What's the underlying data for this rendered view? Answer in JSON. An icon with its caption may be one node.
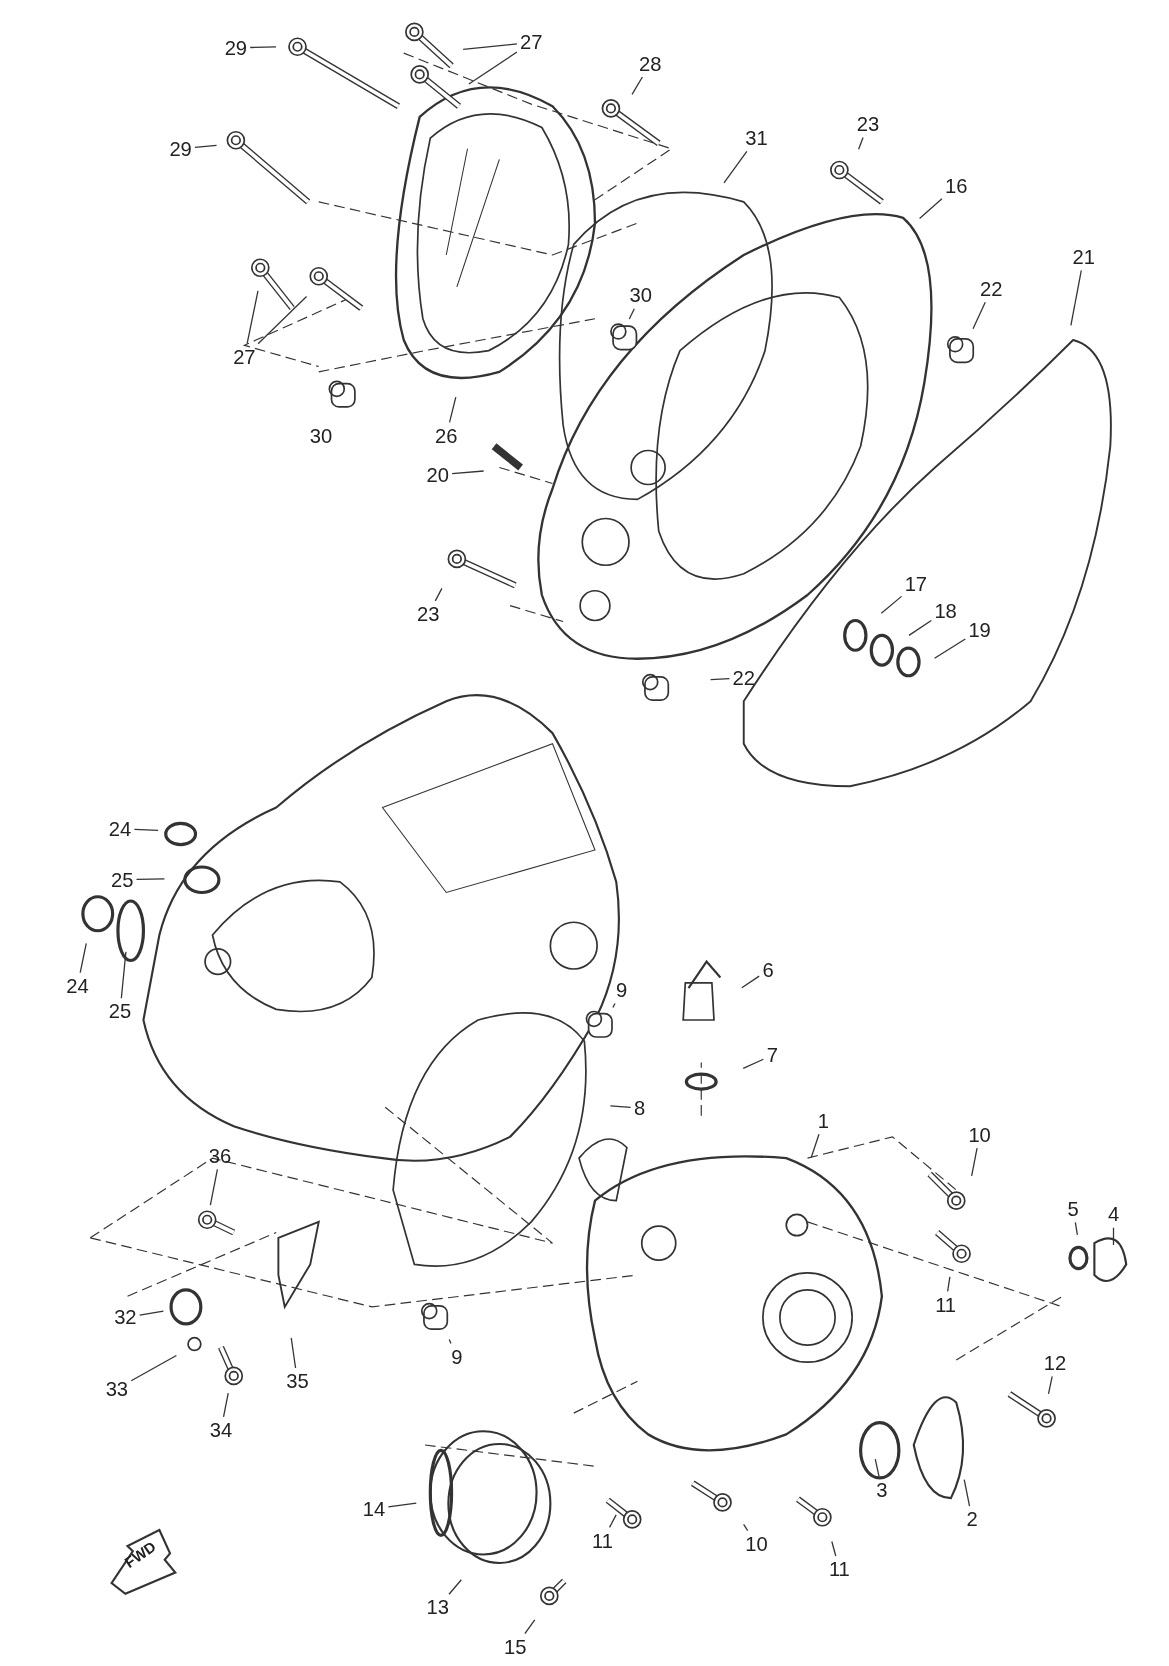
{
  "diagram": {
    "nodes": [
      {
        "text": [
          "29"
        ]
      },
      {
        "text": [
          "27"
        ]
      },
      {
        "text": [
          "28"
        ]
      },
      {
        "text": [
          "29"
        ]
      },
      {
        "text": [
          "31"
        ]
      },
      {
        "text": [
          "23"
        ]
      },
      {
        "text": [
          "16"
        ]
      },
      {
        "text": [
          "21"
        ]
      },
      {
        "text": [
          "22"
        ]
      },
      {
        "text": [
          "30"
        ]
      },
      {
        "text": [
          "27"
        ]
      },
      {
        "text": [
          "26"
        ]
      },
      {
        "text": [
          "20"
        ]
      },
      {
        "text": [
          "23"
        ]
      },
      {
        "text": [
          "17"
        ]
      },
      {
        "text": [
          "18"
        ]
      },
      {
        "text": [
          "19"
        ]
      },
      {
        "text": [
          "22"
        ]
      },
      {
        "text": [
          "24"
        ]
      },
      {
        "text": [
          "25"
        ]
      },
      {
        "text": [
          "24"
        ]
      },
      {
        "text": [
          "25"
        ]
      },
      {
        "text": [
          "6"
        ]
      },
      {
        "text": [
          "9"
        ]
      },
      {
        "text": [
          "7"
        ]
      },
      {
        "text": [
          "8"
        ]
      },
      {
        "text": [
          "1"
        ]
      },
      {
        "text": [
          "10"
        ]
      },
      {
        "text": [
          "36"
        ]
      },
      {
        "text": [
          "5"
        ]
      },
      {
        "text": [
          "4"
        ]
      },
      {
        "text": [
          "11"
        ]
      },
      {
        "text": [
          "32"
        ]
      },
      {
        "text": [
          "9"
        ]
      },
      {
        "text": [
          "33"
        ]
      },
      {
        "text": [
          "35"
        ]
      },
      {
        "text": [
          "12"
        ]
      },
      {
        "text": [
          "34"
        ]
      },
      {
        "text": [
          "14"
        ]
      },
      {
        "text": [
          "3"
        ]
      },
      {
        "text": [
          "2"
        ]
      },
      {
        "text": [
          "11"
        ]
      },
      {
        "text": [
          "10"
        ]
      },
      {
        "text": [
          "11"
        ]
      },
      {
        "text": [
          "13"
        ]
      },
      {
        "text": [
          "15"
        ]
      }
    ],
    "edges": [
      {
        "from": 0,
        "to": null,
        "arrow": "none"
      },
      {
        "from": 1,
        "to": null,
        "arrow": "none"
      },
      {
        "from": 1,
        "to": null,
        "arrow": "none"
      },
      {
        "from": 2,
        "to": null,
        "arrow": "none"
      },
      {
        "from": 3,
        "to": null,
        "arrow": "none"
      },
      {
        "from": 4,
        "to": null,
        "arrow": "none"
      },
      {
        "from": 5,
        "to": null,
        "arrow": "none"
      },
      {
        "from": 6,
        "to": null,
        "arrow": "none"
      },
      {
        "from": 7,
        "to": null,
        "arrow": "none"
      },
      {
        "from": 8,
        "to": null,
        "arrow": "none"
      },
      {
        "from": 9,
        "to": null,
        "arrow": "none"
      },
      {
        "from": 10,
        "to": null,
        "arrow": "none"
      },
      {
        "from": 10,
        "to": null,
        "arrow": "none"
      },
      {
        "from": 11,
        "to": null,
        "arrow": "none"
      },
      {
        "from": 12,
        "to": null,
        "arrow": "none"
      },
      {
        "from": 13,
        "to": null,
        "arrow": "none"
      },
      {
        "from": 14,
        "to": null,
        "arrow": "none"
      },
      {
        "from": 15,
        "to": null,
        "arrow": "none"
      },
      {
        "from": 16,
        "to": null,
        "arrow": "none"
      },
      {
        "from": 17,
        "to": null,
        "arrow": "none"
      },
      {
        "from": 18,
        "to": null,
        "arrow": "none"
      },
      {
        "from": 19,
        "to": null,
        "arrow": "none"
      },
      {
        "from": 20,
        "to": null,
        "arrow": "none"
      },
      {
        "from": 21,
        "to": null,
        "arrow": "none"
      },
      {
        "from": 22,
        "to": null,
        "arrow": "none"
      },
      {
        "from": 23,
        "to": null,
        "arrow": "none"
      },
      {
        "from": 24,
        "to": null,
        "arrow": "none"
      },
      {
        "from": 25,
        "to": null,
        "arrow": "none"
      },
      {
        "from": 26,
        "to": null,
        "arrow": "none"
      },
      {
        "from": 27,
        "to": null,
        "arrow": "none"
      },
      {
        "from": 28,
        "to": null,
        "arrow": "none"
      },
      {
        "from": 29,
        "to": null,
        "arrow": "none"
      },
      {
        "from": 30,
        "to": null,
        "arrow": "none"
      },
      {
        "from": 31,
        "to": null,
        "arrow": "none"
      },
      {
        "from": 32,
        "to": null,
        "arrow": "none"
      },
      {
        "from": 33,
        "to": null,
        "arrow": "none"
      },
      {
        "from": 34,
        "to": null,
        "arrow": "none"
      },
      {
        "from": 35,
        "to": null,
        "arrow": "none"
      },
      {
        "from": 36,
        "to": null,
        "arrow": "none"
      },
      {
        "from": 37,
        "to": null,
        "arrow": "none"
      },
      {
        "from": 38,
        "to": null,
        "arrow": "none"
      },
      {
        "from": 39,
        "to": null,
        "arrow": "none"
      },
      {
        "from": 40,
        "to": null,
        "arrow": "none"
      },
      {
        "from": 41,
        "to": null,
        "arrow": "none"
      },
      {
        "from": 42,
        "to": null,
        "arrow": "none"
      },
      {
        "from": 43,
        "to": null,
        "arrow": "none"
      },
      {
        "from": 44,
        "to": null,
        "arrow": "none"
      },
      {
        "from": 45,
        "to": null,
        "arrow": "none"
      }
    ],
    "labels": [
      "30",
      "FWD"
    ]
  }
}
